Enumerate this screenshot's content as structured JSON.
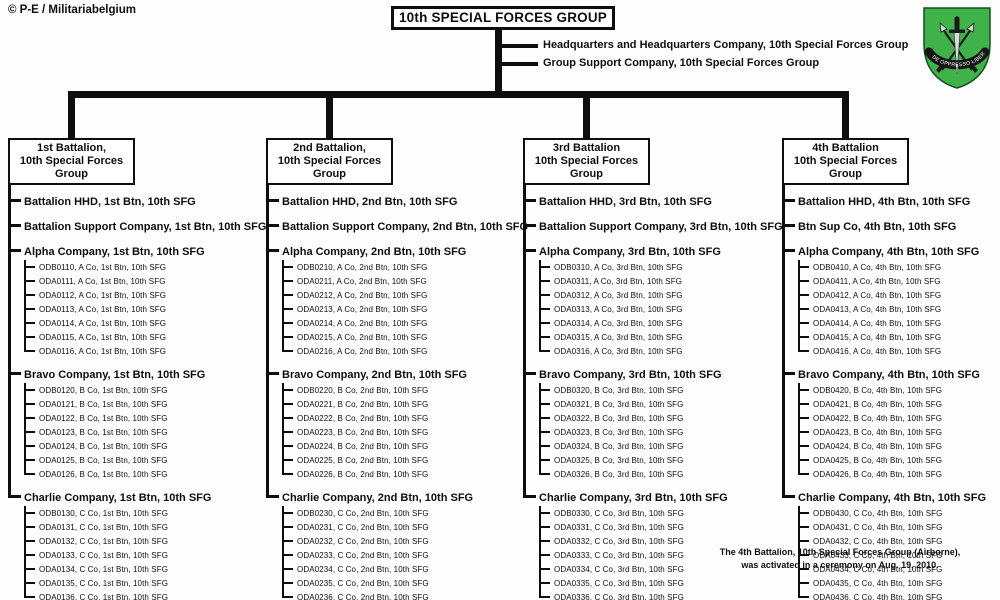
{
  "copyright": "© P-E / Militariabelgium",
  "title": "10th SPECIAL FORCES GROUP",
  "group_units": {
    "hhc": "Headquarters and Headquarters Company, 10th Special Forces Group",
    "gsc": "Group Support Company, 10th Special Forces Group"
  },
  "emblem": {
    "name": "10th Special Forces Group beret flash",
    "motto": "DE OPPRESSO LIBER",
    "flash_color": "#3fb24a"
  },
  "colors": {
    "ink": "#0e0e0e",
    "background": "#ffffff"
  },
  "battalions": [
    {
      "box_line1": "1st Battalion,",
      "box_line2": "10th Special Forces Group",
      "units": [
        {
          "label": "Battalion HHD, 1st Btn, 10th SFG",
          "children": []
        },
        {
          "label": "Battalion Support Company, 1st Btn, 10th SFG",
          "children": []
        },
        {
          "label": "Alpha Company, 1st Btn, 10th SFG",
          "children": [
            "ODB0110, A Co, 1st Btn, 10th SFG",
            "ODA0111, A Co, 1st Btn, 10th SFG",
            "ODA0112, A Co, 1st Btn, 10th SFG",
            "ODA0113, A Co, 1st Btn, 10th SFG",
            "ODA0114, A Co, 1st Btn, 10th SFG",
            "ODA0115, A Co, 1st Btn, 10th SFG",
            "ODA0116, A Co, 1st Btn, 10th SFG"
          ]
        },
        {
          "label": "Bravo Company, 1st Btn, 10th SFG",
          "children": [
            "ODB0120, B Co, 1st Btn, 10th SFG",
            "ODA0121, B Co, 1st Btn, 10th SFG",
            "ODA0122, B Co, 1st Btn, 10th SFG",
            "ODA0123, B Co, 1st Btn, 10th SFG",
            "ODA0124, B Co, 1st Btn, 10th SFG",
            "ODA0125, B Co, 1st Btn, 10th SFG",
            "ODA0126, B Co, 1st Btn, 10th SFG"
          ]
        },
        {
          "label": "Charlie Company, 1st Btn, 10th SFG",
          "children": [
            "ODB0130, C Co, 1st Btn, 10th SFG",
            "ODA0131, C Co, 1st Btn, 10th SFG",
            "ODA0132, C Co, 1st Btn, 10th SFG",
            "ODA0133, C Co, 1st Btn, 10th SFG",
            "ODA0134, C Co, 1st Btn, 10th SFG",
            "ODA0135, C Co, 1st Btn, 10th SFG",
            "ODA0136, C Co, 1st Btn, 10th SFG"
          ]
        }
      ]
    },
    {
      "box_line1": "2nd Battalion,",
      "box_line2": "10th Special Forces Group",
      "units": [
        {
          "label": "Battalion HHD, 2nd Btn, 10th SFG",
          "children": []
        },
        {
          "label": "Battalion Support Company, 2nd Btn, 10th SFG",
          "children": []
        },
        {
          "label": "Alpha Company, 2nd Btn, 10th SFG",
          "children": [
            "ODB0210, A Co, 2nd Btn, 10th SFG",
            "ODA0211, A Co, 2nd Btn, 10th SFG",
            "ODA0212, A Co, 2nd Btn, 10th SFG",
            "ODA0213, A Co, 2nd Btn, 10th SFG",
            "ODA0214, A Co, 2nd Btn, 10th SFG",
            "ODA0215, A Co, 2nd Btn, 10th SFG",
            "ODA0216, A Co, 2nd Btn, 10th SFG"
          ]
        },
        {
          "label": "Bravo Company, 2nd Btn, 10th SFG",
          "children": [
            "ODB0220, B Co, 2nd Btn, 10th SFG",
            "ODA0221, B Co, 2nd Btn, 10th SFG",
            "ODA0222, B Co, 2nd Btn, 10th SFG",
            "ODA0223, B Co, 2nd Btn, 10th SFG",
            "ODA0224, B Co, 2nd Btn, 10th SFG",
            "ODA0225, B Co, 2nd Btn, 10th SFG",
            "ODA0226, B Co, 2nd Btn, 10th SFG"
          ]
        },
        {
          "label": "Charlie Company, 2nd Btn, 10th SFG",
          "children": [
            "ODB0230, C Co, 2nd Btn, 10th SFG",
            "ODA0231, C Co, 2nd Btn, 10th SFG",
            "ODA0232, C Co, 2nd Btn, 10th SFG",
            "ODA0233, C Co, 2nd Btn, 10th SFG",
            "ODA0234, C Co, 2nd Btn, 10th SFG",
            "ODA0235, C Co, 2nd Btn, 10th SFG",
            "ODA0236, C Co, 2nd Btn, 10th SFG"
          ]
        }
      ]
    },
    {
      "box_line1": "3rd Battalion",
      "box_line2": "10th Special Forces Group",
      "units": [
        {
          "label": "Battalion HHD, 3rd Btn, 10th SFG",
          "children": []
        },
        {
          "label": "Battalion Support Company, 3rd Btn, 10th SFG",
          "children": []
        },
        {
          "label": "Alpha Company, 3rd Btn, 10th SFG",
          "children": [
            "ODB0310, A Co, 3rd Btn, 10th SFG",
            "ODA0311, A Co, 3rd Btn, 10th SFG",
            "ODA0312, A Co, 3rd Btn, 10th SFG",
            "ODA0313, A Co, 3rd Btn, 10th SFG",
            "ODA0314, A Co, 3rd Btn, 10th SFG",
            "ODA0315, A Co, 3rd Btn, 10th SFG",
            "ODA0316, A Co, 3rd Btn, 10th SFG"
          ]
        },
        {
          "label": "Bravo Company, 3rd Btn, 10th SFG",
          "children": [
            "ODB0320, B Co, 3rd Btn, 10th SFG",
            "ODA0321, B Co, 3rd Btn, 10th SFG",
            "ODA0322, B Co, 3rd Btn, 10th SFG",
            "ODA0323, B Co, 3rd Btn, 10th SFG",
            "ODA0324, B Co, 3rd Btn, 10th SFG",
            "ODA0325, B Co, 3rd Btn, 10th SFG",
            "ODA0326, B Co, 3rd Btn, 10th SFG"
          ]
        },
        {
          "label": "Charlie Company, 3rd Btn, 10th SFG",
          "children": [
            "ODB0330, C Co, 3rd Btn, 10th SFG",
            "ODA0331, C Co, 3rd Btn, 10th SFG",
            "ODA0332, C Co, 3rd Btn, 10th SFG",
            "ODA0333, C Co, 3rd Btn, 10th SFG",
            "ODA0334, C Co, 3rd Btn, 10th SFG",
            "ODA0335, C Co, 3rd Btn, 10th SFG",
            "ODA0336, C Co, 3rd Btn, 10th SFG"
          ]
        }
      ]
    },
    {
      "box_line1": "4th Battalion",
      "box_line2": "10th Special Forces Group",
      "units": [
        {
          "label": "Battalion HHD, 4th Btn, 10th SFG",
          "children": []
        },
        {
          "label": "Btn Sup Co, 4th Btn, 10th SFG",
          "children": []
        },
        {
          "label": "Alpha Company, 4th Btn, 10th SFG",
          "children": [
            "ODB0410, A Co, 4th Btn, 10th SFG",
            "ODA0411, A Co, 4th Btn, 10th SFG",
            "ODA0412, A Co, 4th Btn, 10th SFG",
            "ODA0413, A Co, 4th Btn, 10th SFG",
            "ODA0414, A Co, 4th Btn, 10th SFG",
            "ODA0415, A Co, 4th Btn, 10th SFG",
            "ODA0416, A Co, 4th Btn, 10th SFG"
          ]
        },
        {
          "label": "Bravo Company, 4th Btn, 10th SFG",
          "children": [
            "ODB0420, B Co, 4th Btn, 10th SFG",
            "ODA0421, B Co, 4th Btn, 10th SFG",
            "ODA0422, B Co, 4th Btn, 10th SFG",
            "ODA0423, B Co, 4th Btn, 10th SFG",
            "ODA0424, B Co, 4th Btn, 10th SFG",
            "ODA0425, B Co, 4th Btn, 10th SFG",
            "ODA0426, B Co, 4th Btn, 10th SFG"
          ]
        },
        {
          "label": "Charlie Company, 4th Btn, 10th SFG",
          "children": [
            "ODB0430, C Co, 4th Btn, 10th SFG",
            "ODA0431, C Co, 4th Btn, 10th SFG",
            "ODA0432, C Co, 4th Btn, 10th SFG",
            "ODA0433, C Co, 4th Btn, 10th SFG",
            "ODA0434, C Co, 4th Btn, 10th SFG",
            "ODA0435, C Co, 4th Btn, 10th SFG",
            "ODA0436, C Co, 4th Btn, 10th SFG"
          ]
        }
      ]
    }
  ],
  "footnote": {
    "line1": "The 4th Battalion, 10th Special Forces Group (Airborne),",
    "line2": "was activated in a ceremony on Aug. 19, 2010."
  }
}
